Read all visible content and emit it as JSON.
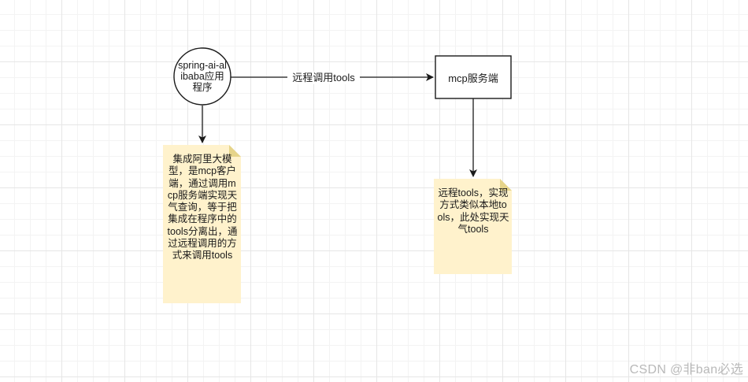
{
  "nodes": {
    "app": {
      "label": "spring-ai-alibaba应用程序"
    },
    "server": {
      "label": "mcp服务端"
    }
  },
  "edges": {
    "remote_call": {
      "label": "远程调用tools"
    }
  },
  "notes": {
    "left": {
      "text": "集成阿里大模型，是mcp客户端，通过调用mcp服务端实现天气查询，等于把集成在程序中的tools分离出，通过远程调用的方式来调用tools"
    },
    "right": {
      "text": "远程tools，实现方式类似本地tools，此处实现天气tools"
    }
  },
  "watermark": {
    "text": "CSDN @非ban必选"
  },
  "colors": {
    "note_fill": "#fff2cc",
    "note_fold": "#e6d48a",
    "stroke": "#1a1a1a",
    "grid": "#e6e6e6"
  }
}
